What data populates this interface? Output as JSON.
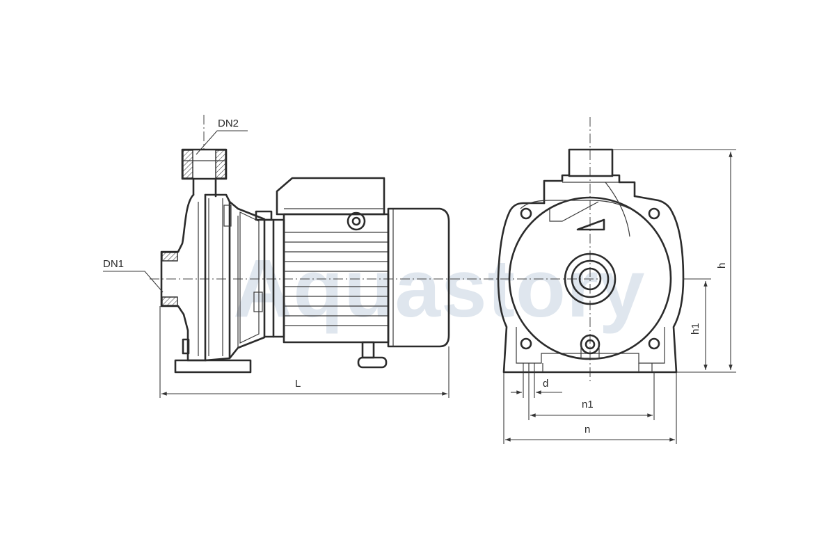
{
  "watermark": "Aquastory",
  "labels": {
    "dn2": "DN2",
    "dn1": "DN1",
    "length": "L",
    "height": "h",
    "axis_height": "h1",
    "bolt_hole": "d",
    "foot_span": "n1",
    "base_width": "n"
  }
}
